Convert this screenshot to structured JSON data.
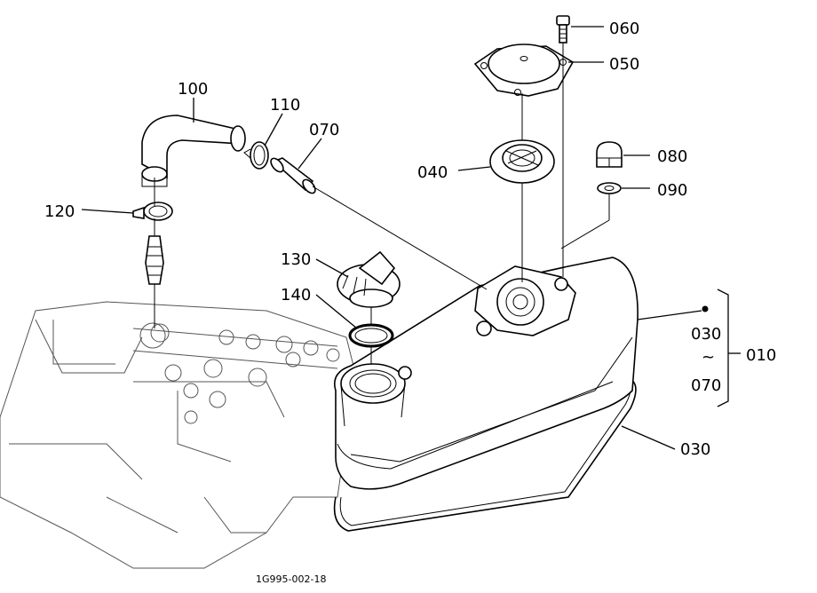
{
  "labels": {
    "p060": "060",
    "p050": "050",
    "p100": "100",
    "p110": "110",
    "p070": "070",
    "p040": "040",
    "p080": "080",
    "p090": "090",
    "p120": "120",
    "p130": "130",
    "p140": "140",
    "p030_range_start": "030",
    "p030_range_tilde": "~",
    "p030_range_end": "070",
    "p010": "010",
    "p030": "030"
  },
  "caption": "1G995-002-18"
}
